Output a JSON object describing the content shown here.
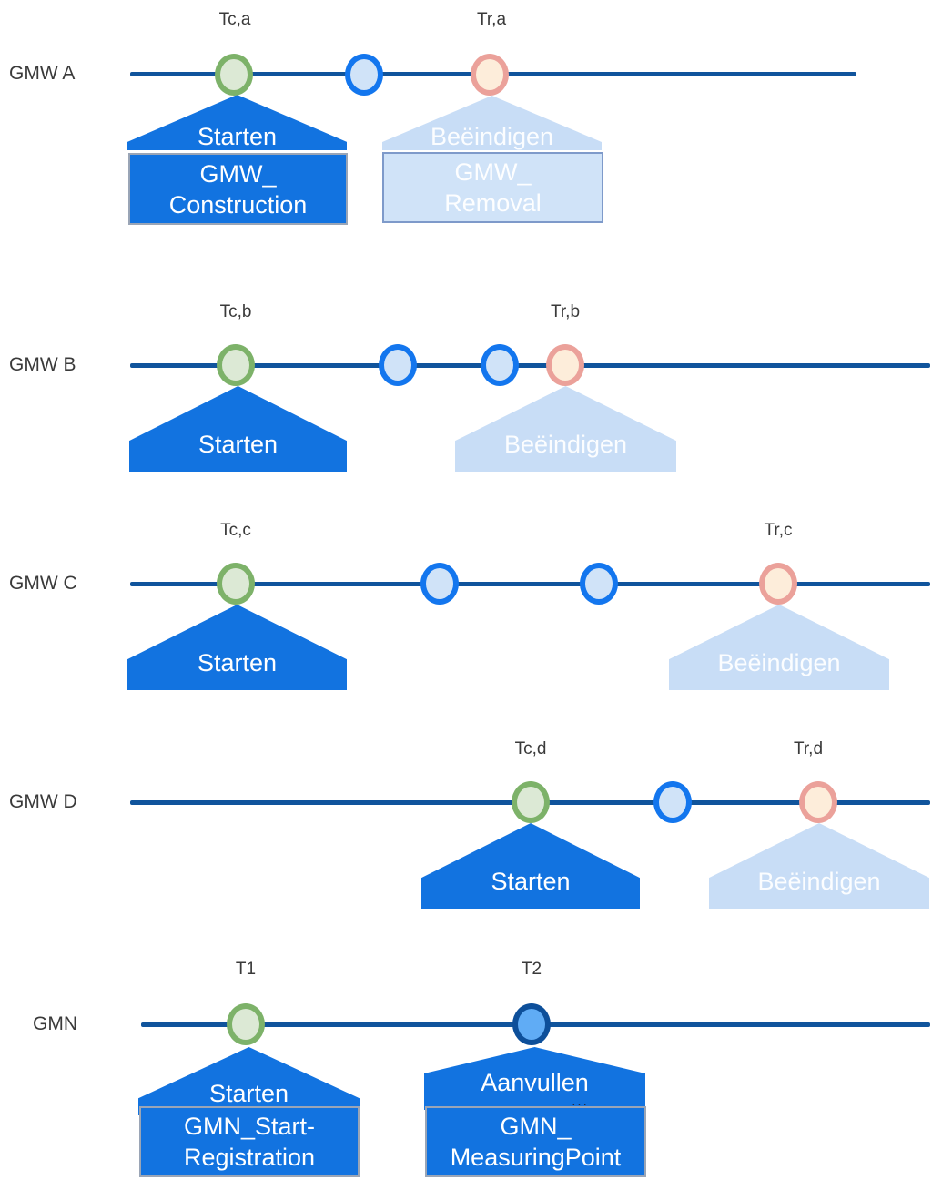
{
  "colors": {
    "timeline": "#10549c",
    "action-dark": "#1273e0",
    "action-light": "#c8ddf6",
    "box-dark-border": "#9aa5b6",
    "box-light-bg": "#d0e3f8",
    "box-light-border": "#7e9aca",
    "start-ring": "#7db269",
    "start-fill": "#dce9d5",
    "mid-ring": "#1376ee",
    "mid-fill": "#d0e3f8",
    "end-ring": "#eba19a",
    "end-fill": "#fdedda",
    "reg-ring": "#0d4f9a",
    "reg-fill": "#60acf5",
    "label-text": "#3a3a3a"
  },
  "rows": [
    {
      "label": "GMW A",
      "markers": [
        {
          "label": "Tc,a"
        },
        {
          "label": "Tr,a"
        }
      ],
      "circle_types": [
        "start",
        "intermediate",
        "end"
      ],
      "actions": [
        {
          "label": "Starten"
        },
        {
          "label": "Beëindigen"
        }
      ],
      "boxes": [
        {
          "line1": "GMW_",
          "line2": "Construction"
        },
        {
          "line1": "GMW_",
          "line2": "Removal"
        }
      ]
    },
    {
      "label": "GMW B",
      "markers": [
        {
          "label": "Tc,b"
        },
        {
          "label": "Tr,b"
        }
      ],
      "circle_types": [
        "start",
        "intermediate",
        "intermediate",
        "end"
      ],
      "actions": [
        {
          "label": "Starten"
        },
        {
          "label": "Beëindigen"
        }
      ]
    },
    {
      "label": "GMW C",
      "markers": [
        {
          "label": "Tc,c"
        },
        {
          "label": "Tr,c"
        }
      ],
      "circle_types": [
        "start",
        "intermediate",
        "intermediate",
        "end"
      ],
      "actions": [
        {
          "label": "Starten"
        },
        {
          "label": "Beëindigen"
        }
      ]
    },
    {
      "label": "GMW D",
      "markers": [
        {
          "label": "Tc,d"
        },
        {
          "label": "Tr,d"
        }
      ],
      "circle_types": [
        "start",
        "intermediate",
        "end"
      ],
      "actions": [
        {
          "label": "Starten"
        },
        {
          "label": "Beëindigen"
        }
      ]
    },
    {
      "label": "GMN",
      "markers": [
        {
          "label": "T1"
        },
        {
          "label": "T2"
        }
      ],
      "circle_types": [
        "start",
        "registration"
      ],
      "actions": [
        {
          "label": "Starten"
        },
        {
          "label": "Aanvullen",
          "note": "..."
        }
      ],
      "boxes": [
        {
          "line1": "GMN_Start-",
          "line2": "Registration"
        },
        {
          "line1": "GMN_",
          "line2": "MeasuringPoint"
        }
      ]
    }
  ]
}
